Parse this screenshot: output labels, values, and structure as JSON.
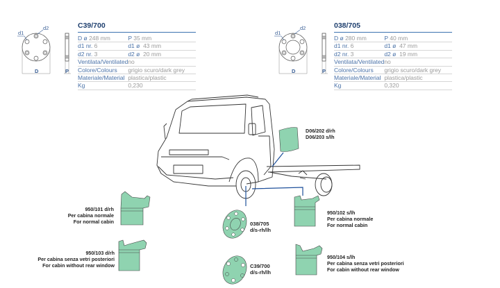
{
  "specs": [
    {
      "code": "C39/700",
      "rows": [
        {
          "k1": "D ø",
          "v1": "248 mm",
          "k2": "P",
          "v2": "35 mm"
        },
        {
          "k1": "d1 nr.",
          "v1": "6",
          "k2": "d1 ø",
          "v2": "43 mm"
        },
        {
          "k1": "d2 nr.",
          "v1": "3",
          "k2": "d2 ø",
          "v2": "20 mm"
        }
      ],
      "props": [
        {
          "label": "Ventilata/Ventilated",
          "value": "no"
        },
        {
          "label": "Colore/Colours",
          "value": "grigio scuro/dark grey"
        },
        {
          "label": "Materiale/Material",
          "value": "plastica/plastic"
        },
        {
          "label": "Kg",
          "value": "0,230"
        }
      ],
      "dims": {
        "d1": "d1",
        "d2": "d2",
        "D": "D",
        "P": "P"
      }
    },
    {
      "code": "038/705",
      "rows": [
        {
          "k1": "D ø",
          "v1": "280 mm",
          "k2": "P",
          "v2": "40 mm"
        },
        {
          "k1": "d1 nr.",
          "v1": "6",
          "k2": "d1 ø",
          "v2": "47 mm"
        },
        {
          "k1": "d2 nr.",
          "v1": "3",
          "k2": "d2 ø",
          "v2": "19 mm"
        }
      ],
      "props": [
        {
          "label": "Ventilata/Ventilated",
          "value": "no"
        },
        {
          "label": "Colore/Colours",
          "value": "grigio scuro/dark grey"
        },
        {
          "label": "Materiale/Material",
          "value": "plastica/plastic"
        },
        {
          "label": "Kg",
          "value": "0,320"
        }
      ],
      "dims": {
        "d1": "d1",
        "d2": "d2",
        "D": "D",
        "P": "P"
      }
    }
  ],
  "callouts": {
    "door_guard": {
      "line1": "D06/202 d/rh",
      "line2": "D06/203 s/lh"
    },
    "flap_101": {
      "line1": "950/101 d/rh",
      "line2": "Per cabina normale",
      "line3": "For normal cabin"
    },
    "flap_103": {
      "line1": "950/103 d/rh",
      "line2": "Per cabina senza vetri posteriori",
      "line3": "For cabin without rear window"
    },
    "flap_102": {
      "line1": "950/102 s/lh",
      "line2": "Per cabina normale",
      "line3": "For normal cabin"
    },
    "flap_104": {
      "line1": "950/104 s/lh",
      "line2": "Per cabina senza vetri posteriori",
      "line3": "For cabin without rear window"
    },
    "disc_705": {
      "line1": "038/705",
      "line2": "d/s-rh/lh"
    },
    "disc_700": {
      "line1": "C39/700",
      "line2": "d/s-rh/lh"
    }
  },
  "colors": {
    "title_blue": "#1e3f6e",
    "label_blue": "#4a72a8",
    "value_grey": "#9a9a9a",
    "part_green": "#8fd3b0",
    "leader_blue": "#1d4f9a"
  }
}
